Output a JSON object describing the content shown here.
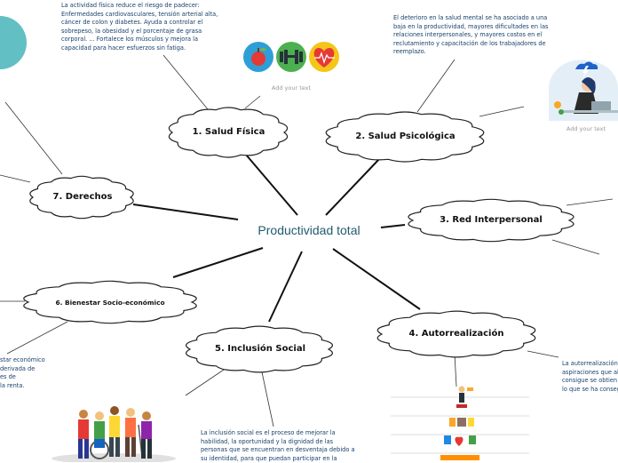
{
  "center": {
    "title": "Productividad total"
  },
  "nodes": [
    {
      "id": "salud-fisica",
      "label": "1. Salud Física"
    },
    {
      "id": "salud-psicologica",
      "label": "2. Salud Psicológica"
    },
    {
      "id": "red-interpersonal",
      "label": "3. Red Interpersonal"
    },
    {
      "id": "autorrealizacion",
      "label": "4. Autorrealización"
    },
    {
      "id": "inclusion-social",
      "label": "5. Inclusión Social"
    },
    {
      "id": "bienestar",
      "label": "6. Bienestar Socio-económico"
    },
    {
      "id": "derechos",
      "label": "7. Derechos"
    }
  ],
  "notes": {
    "salud_fisica": "La actividad física reduce el riesgo de padecer: Enfermedades cardiovasculares, tensión arterial alta, cáncer de colon y diabetes. Ayuda a controlar el sobrepeso, la obesidad y el porcentaje de grasa corporal. ... Fortalece los músculos y mejora la capacidad para hacer esfuerzos sin fatiga.",
    "salud_psicologica": "El deterioro en la salud mental se ha asociado a una baja en la productividad, mayores dificultades en las relaciones interpersonales, y mayores costos en el reclutamiento y capacitación de los trabajadores de reemplazo.",
    "inclusion_social": "La inclusión social es el proceso de mejorar la habilidad, la oportunidad y la dignidad de las personas que se encuentran en desventaja debido a su identidad, para que puedan participar en la",
    "autorrealizacion_lines": [
      "La autorrealización",
      "aspiraciones que al",
      "consigue se obtien",
      "lo que se ha conseg"
    ],
    "bienestar_lines": [
      "star económico",
      "derivada de",
      "es de",
      "la renta."
    ]
  },
  "captions": {
    "salud_fisica_image": "Add your text",
    "salud_psicologica_image": "Add your text"
  },
  "colors": {
    "center_text": "#1f5b6e",
    "note_text": "#17406b",
    "cloud_fill": "#ffffff",
    "cloud_stroke": "#222222",
    "connector": "#111111",
    "teal_shape": "#62bfc4",
    "icon_apple_bg": "#2e9fd6",
    "icon_dumbbell_bg": "#4caf50",
    "icon_heart_bg": "#f5c518"
  },
  "icons": [
    "apple-icon",
    "dumbbell-icon",
    "heartbeat-icon",
    "woman-stress-illustration",
    "people-group-illustration",
    "success-steps-illustration"
  ]
}
